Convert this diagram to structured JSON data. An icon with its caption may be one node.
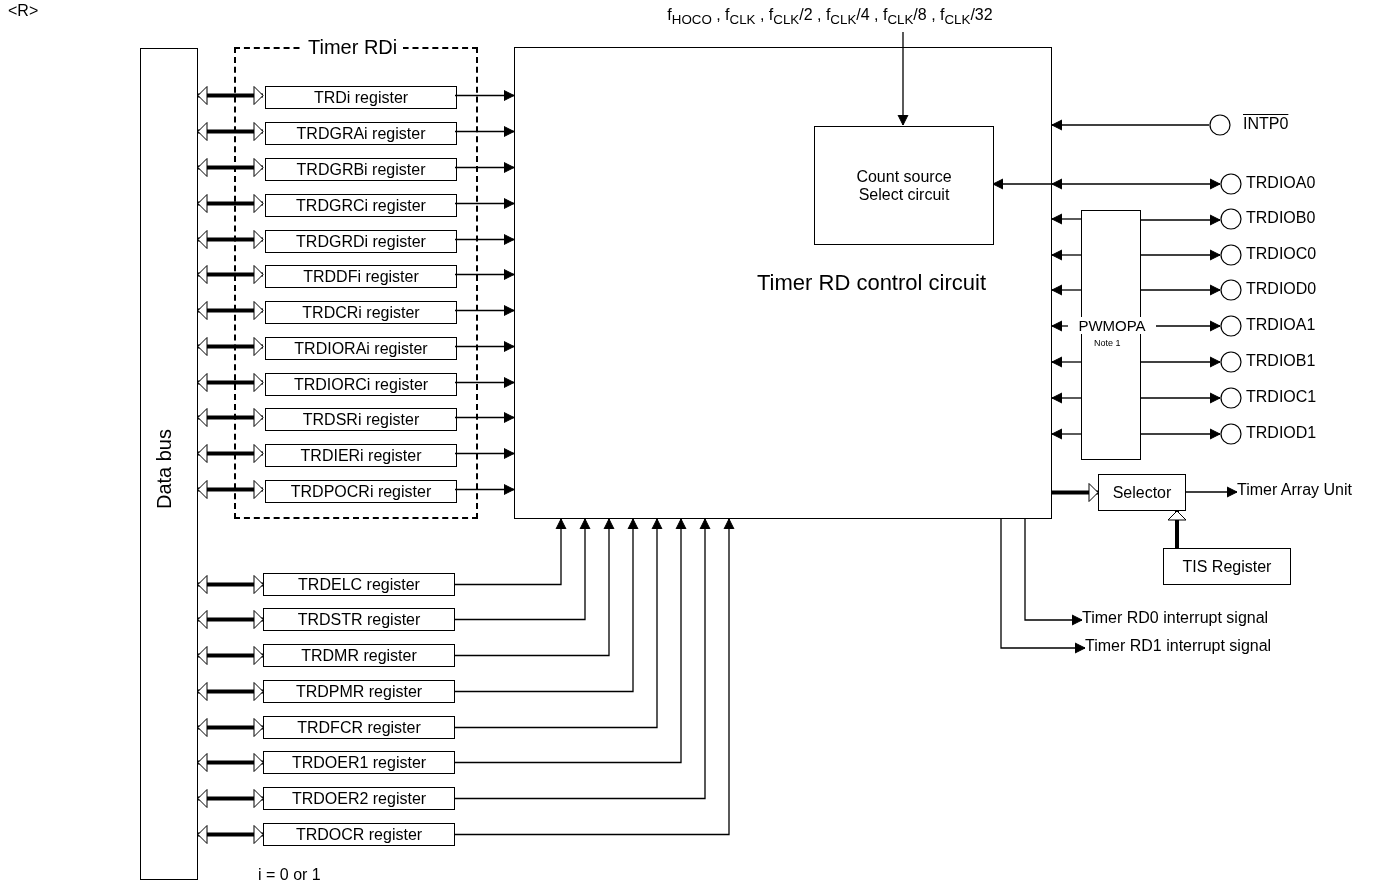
{
  "diagram": {
    "nodes": [
      {
        "text": [
          "Data bus"
        ]
      },
      {
        "text": [
          "Timer RDi"
        ]
      },
      {
        "text": [
          "TRDi register"
        ],
        "in": 1
      },
      {
        "text": [
          "TRDGRAi register"
        ],
        "in": 1
      },
      {
        "text": [
          "TRDGRBi register"
        ],
        "in": 1
      },
      {
        "text": [
          "TRDGRCi register"
        ],
        "in": 1
      },
      {
        "text": [
          "TRDGRDi register"
        ],
        "in": 1
      },
      {
        "text": [
          "TRDDFi register"
        ],
        "in": 1
      },
      {
        "text": [
          "TRDCRi register"
        ],
        "in": 1
      },
      {
        "text": [
          "TRDIORAi register"
        ],
        "in": 1
      },
      {
        "text": [
          "TRDIORCi register"
        ],
        "in": 1
      },
      {
        "text": [
          "TRDSRi register"
        ],
        "in": 1
      },
      {
        "text": [
          "TRDIERi register"
        ],
        "in": 1
      },
      {
        "text": [
          "TRDPOCRi register"
        ],
        "in": 1
      },
      {
        "text": [
          "Timer RD control circuit"
        ]
      },
      {
        "text": [
          "Count source Select circuit"
        ],
        "in": 14
      },
      {
        "text": [
          "f$_{HOCO}$ , f$_{CLK}$ , f$_{CLK}$/2 , f$_{CLK}$/4 , f$_{CLK}$/8 , f$_{CLK}$/32"
        ]
      },
      {
        "text": [
          "INTP0"
        ]
      },
      {
        "text": [
          "TRDIOA0"
        ]
      },
      {
        "text": [
          "PWMOPA",
          "Note 1"
        ]
      },
      {
        "text": [
          "TRDIOB0"
        ]
      },
      {
        "text": [
          "TRDIOC0"
        ]
      },
      {
        "text": [
          "TRDIOD0"
        ]
      },
      {
        "text": [
          "TRDIOA1"
        ]
      },
      {
        "text": [
          "TRDIOB1"
        ]
      },
      {
        "text": [
          "TRDIOC1"
        ]
      },
      {
        "text": [
          "TRDIOD1"
        ]
      },
      {
        "text": [
          "Selector"
        ]
      },
      {
        "text": [
          "Timer Array Unit"
        ]
      },
      {
        "text": [
          "TIS Register"
        ]
      },
      {
        "text": [
          "TRDELC register"
        ]
      },
      {
        "text": [
          "TRDSTR register"
        ]
      },
      {
        "text": [
          "TRDMR register"
        ]
      },
      {
        "text": [
          "TRDPMR register"
        ]
      },
      {
        "text": [
          "TRDFCR register"
        ]
      },
      {
        "text": [
          "TRDOER1 register"
        ]
      },
      {
        "text": [
          "TRDOER2 register"
        ]
      },
      {
        "text": [
          "TRDOCR register"
        ]
      },
      {
        "text": [
          "Timer RD0 interrupt signal"
        ]
      },
      {
        "text": [
          "Timer RD1 interrupt signal"
        ]
      }
    ],
    "edges": [
      {
        "from": 0,
        "to": 2,
        "arrow": "both",
        "style": "thick"
      },
      {
        "from": 0,
        "to": 3,
        "arrow": "both",
        "style": "thick"
      },
      {
        "from": 0,
        "to": 4,
        "arrow": "both",
        "style": "thick"
      },
      {
        "from": 0,
        "to": 5,
        "arrow": "both",
        "style": "thick"
      },
      {
        "from": 0,
        "to": 6,
        "arrow": "both",
        "style": "thick"
      },
      {
        "from": 0,
        "to": 7,
        "arrow": "both",
        "style": "thick"
      },
      {
        "from": 0,
        "to": 8,
        "arrow": "both",
        "style": "thick"
      },
      {
        "from": 0,
        "to": 9,
        "arrow": "both",
        "style": "thick"
      },
      {
        "from": 0,
        "to": 10,
        "arrow": "both",
        "style": "thick"
      },
      {
        "from": 0,
        "to": 11,
        "arrow": "both",
        "style": "thick"
      },
      {
        "from": 0,
        "to": 12,
        "arrow": "both",
        "style": "thick"
      },
      {
        "from": 0,
        "to": 13,
        "arrow": "both",
        "style": "thick"
      },
      {
        "from": 0,
        "to": 30,
        "arrow": "both",
        "style": "thick"
      },
      {
        "from": 0,
        "to": 31,
        "arrow": "both",
        "style": "thick"
      },
      {
        "from": 0,
        "to": 32,
        "arrow": "both",
        "style": "thick"
      },
      {
        "from": 0,
        "to": 33,
        "arrow": "both",
        "style": "thick"
      },
      {
        "from": 0,
        "to": 34,
        "arrow": "both",
        "style": "thick"
      },
      {
        "from": 0,
        "to": 35,
        "arrow": "both",
        "style": "thick"
      },
      {
        "from": 0,
        "to": 36,
        "arrow": "both",
        "style": "thick"
      },
      {
        "from": 0,
        "to": 37,
        "arrow": "both",
        "style": "thick"
      },
      {
        "from": 2,
        "to": 14,
        "arrow": "to"
      },
      {
        "from": 3,
        "to": 14,
        "arrow": "to"
      },
      {
        "from": 4,
        "to": 14,
        "arrow": "to"
      },
      {
        "from": 5,
        "to": 14,
        "arrow": "to"
      },
      {
        "from": 6,
        "to": 14,
        "arrow": "to"
      },
      {
        "from": 7,
        "to": 14,
        "arrow": "to"
      },
      {
        "from": 8,
        "to": 14,
        "arrow": "to"
      },
      {
        "from": 9,
        "to": 14,
        "arrow": "to"
      },
      {
        "from": 10,
        "to": 14,
        "arrow": "to"
      },
      {
        "from": 11,
        "to": 14,
        "arrow": "to"
      },
      {
        "from": 12,
        "to": 14,
        "arrow": "to"
      },
      {
        "from": 13,
        "to": 14,
        "arrow": "to"
      },
      {
        "from": 30,
        "to": 14,
        "arrow": "to"
      },
      {
        "from": 31,
        "to": 14,
        "arrow": "to"
      },
      {
        "from": 32,
        "to": 14,
        "arrow": "to"
      },
      {
        "from": 33,
        "to": 14,
        "arrow": "to"
      },
      {
        "from": 34,
        "to": 14,
        "arrow": "to"
      },
      {
        "from": 35,
        "to": 14,
        "arrow": "to"
      },
      {
        "from": 36,
        "to": 14,
        "arrow": "to"
      },
      {
        "from": 37,
        "to": 14,
        "arrow": "to"
      },
      {
        "from": 16,
        "to": 15,
        "arrow": "to"
      },
      {
        "from": 17,
        "to": 14,
        "arrow": "to"
      },
      {
        "from": 15,
        "to": 18,
        "arrow": "both"
      },
      {
        "from": 19,
        "to": 14,
        "arrow": "to"
      },
      {
        "from": 19,
        "to": 14,
        "arrow": "to"
      },
      {
        "from": 19,
        "to": 14,
        "arrow": "to"
      },
      {
        "from": 19,
        "to": 14,
        "arrow": "to"
      },
      {
        "from": 19,
        "to": 14,
        "arrow": "to"
      },
      {
        "from": 19,
        "to": 14,
        "arrow": "to"
      },
      {
        "from": 19,
        "to": 14,
        "arrow": "to"
      },
      {
        "from": 19,
        "to": 20,
        "arrow": "to"
      },
      {
        "from": 19,
        "to": 21,
        "arrow": "to"
      },
      {
        "from": 19,
        "to": 22,
        "arrow": "to"
      },
      {
        "from": 19,
        "to": 23,
        "arrow": "to"
      },
      {
        "from": 19,
        "to": 24,
        "arrow": "to"
      },
      {
        "from": 19,
        "to": 25,
        "arrow": "to"
      },
      {
        "from": 19,
        "to": 26,
        "arrow": "to"
      },
      {
        "from": 14,
        "to": 27,
        "arrow": "to",
        "style": "thick"
      },
      {
        "from": 29,
        "to": 27,
        "arrow": "to",
        "style": "thick"
      },
      {
        "from": 27,
        "to": 28,
        "arrow": "to"
      },
      {
        "from": 14,
        "to": 38,
        "arrow": "to"
      },
      {
        "from": 14,
        "to": 39,
        "arrow": "to"
      }
    ],
    "labels": [
      "<R>",
      "i = 0 or 1"
    ]
  }
}
